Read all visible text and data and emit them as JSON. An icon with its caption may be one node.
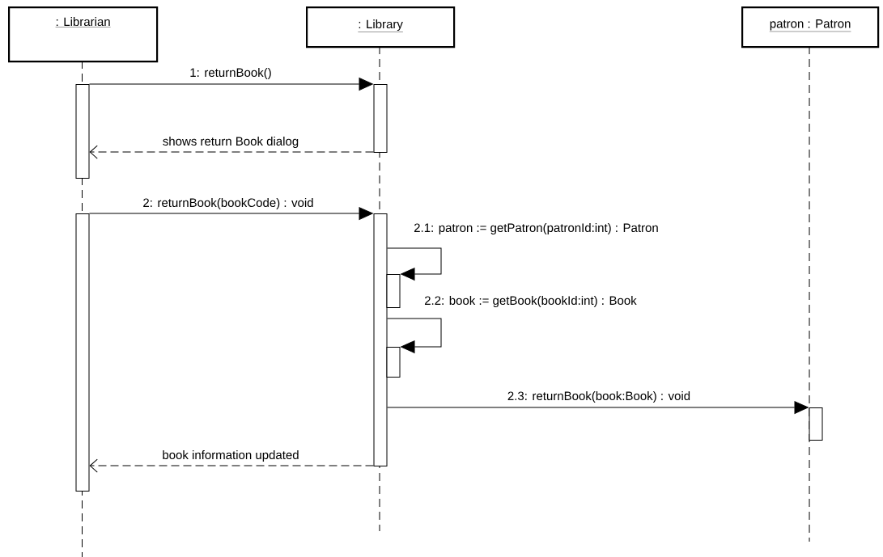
{
  "diagram": {
    "nodes": [
      {
        "text": [
          ": Librarian"
        ]
      },
      {
        "text": [
          ": Library"
        ]
      },
      {
        "text": [
          "patron : Patron"
        ]
      },
      {
        "text": [],
        "shape": "bar"
      },
      {
        "text": [],
        "shape": "bar"
      },
      {
        "text": [],
        "shape": "bar"
      },
      {
        "text": [],
        "shape": "bar"
      },
      {
        "text": [],
        "shape": "bar"
      },
      {
        "text": [],
        "shape": "bar"
      },
      {
        "text": [],
        "shape": "bar"
      }
    ],
    "edges": [
      {
        "from": 3,
        "to": 5,
        "arrow": "to",
        "label": "1: returnBook()"
      },
      {
        "from": 5,
        "to": 3,
        "arrow": "to",
        "style": "dashed",
        "label": "shows return Book dialog"
      },
      {
        "from": 4,
        "to": 6,
        "arrow": "to",
        "label": "2: returnBook(bookCode) : void"
      },
      {
        "from": 6,
        "to": 7,
        "arrow": "to",
        "label": "2.1: patron := getPatron(patronId:int) : Patron"
      },
      {
        "from": 6,
        "to": 8,
        "arrow": "to",
        "label": "2.2: book := getBook(bookId:int) : Book"
      },
      {
        "from": 6,
        "to": 9,
        "arrow": "to",
        "label": "2.3: returnBook(book:Book) : void"
      },
      {
        "from": 6,
        "to": 4,
        "arrow": "to",
        "style": "dashed",
        "label": "book information updated"
      }
    ]
  }
}
